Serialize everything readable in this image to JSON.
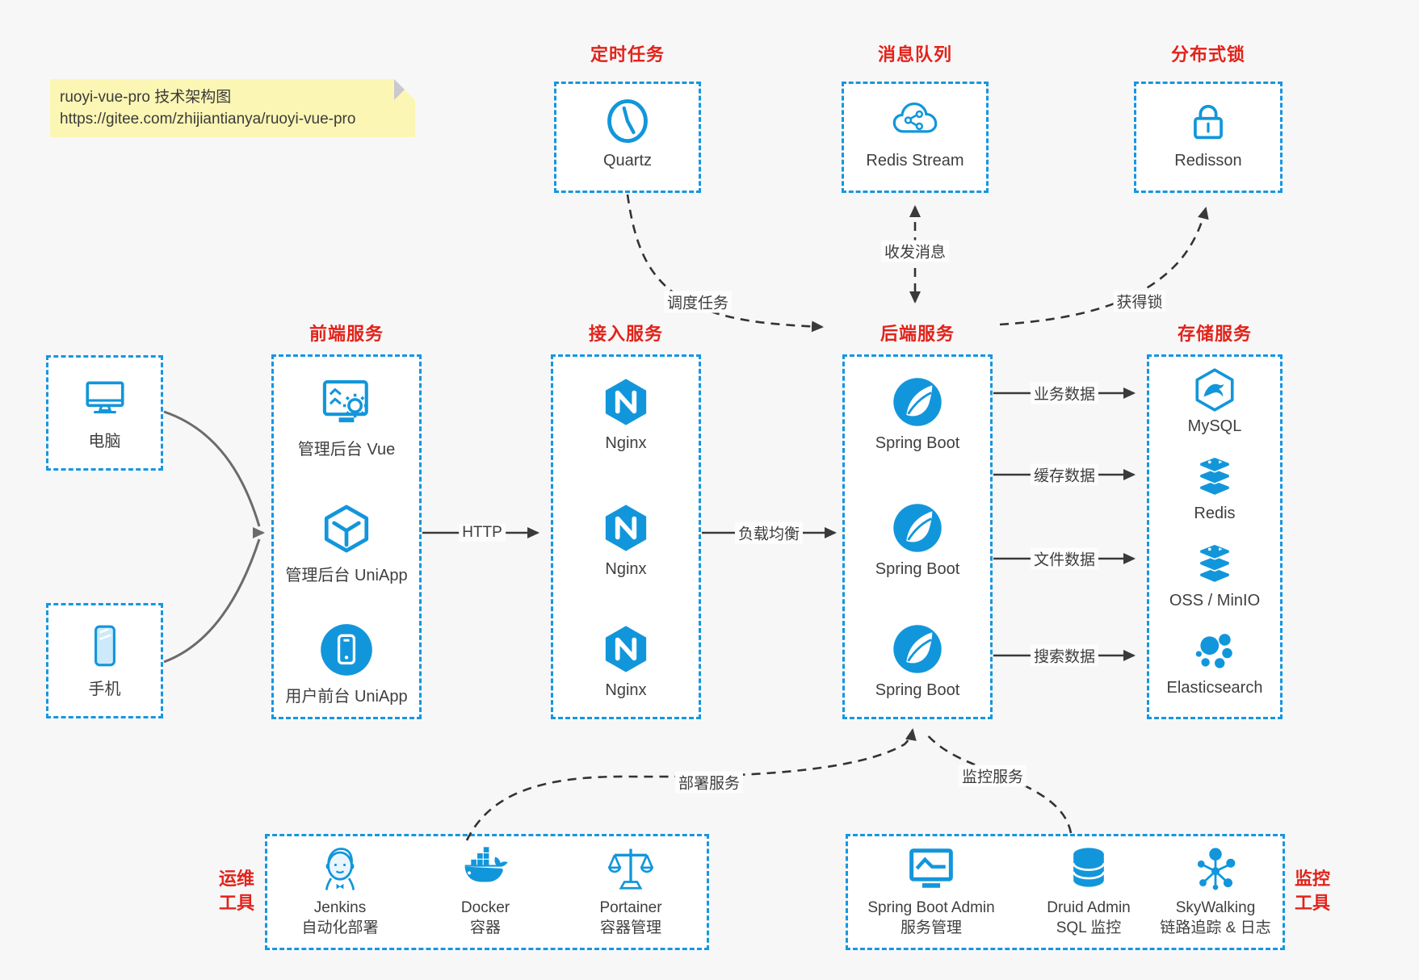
{
  "note": {
    "line1": "ruoyi-vue-pro 技术架构图",
    "line2": "https://gitee.com/zhijiantianya/ruoyi-vue-pro"
  },
  "top": [
    {
      "title": "定时任务",
      "item": "Quartz"
    },
    {
      "title": "消息队列",
      "item": "Redis Stream"
    },
    {
      "title": "分布式锁",
      "item": "Redisson"
    }
  ],
  "clients": [
    {
      "label": "电脑"
    },
    {
      "label": "手机"
    }
  ],
  "columns": [
    {
      "title": "前端服务",
      "items": [
        "管理后台 Vue",
        "管理后台 UniApp",
        "用户前台 UniApp"
      ]
    },
    {
      "title": "接入服务",
      "items": [
        "Nginx",
        "Nginx",
        "Nginx"
      ]
    },
    {
      "title": "后端服务",
      "items": [
        "Spring Boot",
        "Spring Boot",
        "Spring Boot"
      ]
    },
    {
      "title": "存储服务",
      "items": [
        "MySQL",
        "Redis",
        "OSS / MinIO",
        "Elasticsearch"
      ]
    }
  ],
  "edges": {
    "http": "HTTP",
    "load": "负载均衡",
    "schedule": "调度任务",
    "message": "收发消息",
    "lock": "获得锁",
    "business": "业务数据",
    "cache": "缓存数据",
    "file": "文件数据",
    "search": "搜索数据",
    "deploy": "部署服务",
    "monitor": "监控服务"
  },
  "ops": {
    "side1": "运维",
    "side2": "工具",
    "items": [
      {
        "name": "Jenkins",
        "desc": "自动化部署"
      },
      {
        "name": "Docker",
        "desc": "容器"
      },
      {
        "name": "Portainer",
        "desc": "容器管理"
      }
    ]
  },
  "monitorTools": {
    "side1": "监控",
    "side2": "工具",
    "items": [
      {
        "name": "Spring Boot Admin",
        "desc": "服务管理"
      },
      {
        "name": "Druid Admin",
        "desc": "SQL 监控"
      },
      {
        "name": "SkyWalking",
        "desc": "链路追踪 & 日志"
      }
    ]
  },
  "colors": {
    "accent_blue": "#1296db",
    "border_blue": "#1796e0",
    "title_red": "#e2231a",
    "arrow_dark": "#3a3a3a",
    "arrow_gray": "#6b6b6b",
    "note_bg": "#fbf6b4"
  }
}
